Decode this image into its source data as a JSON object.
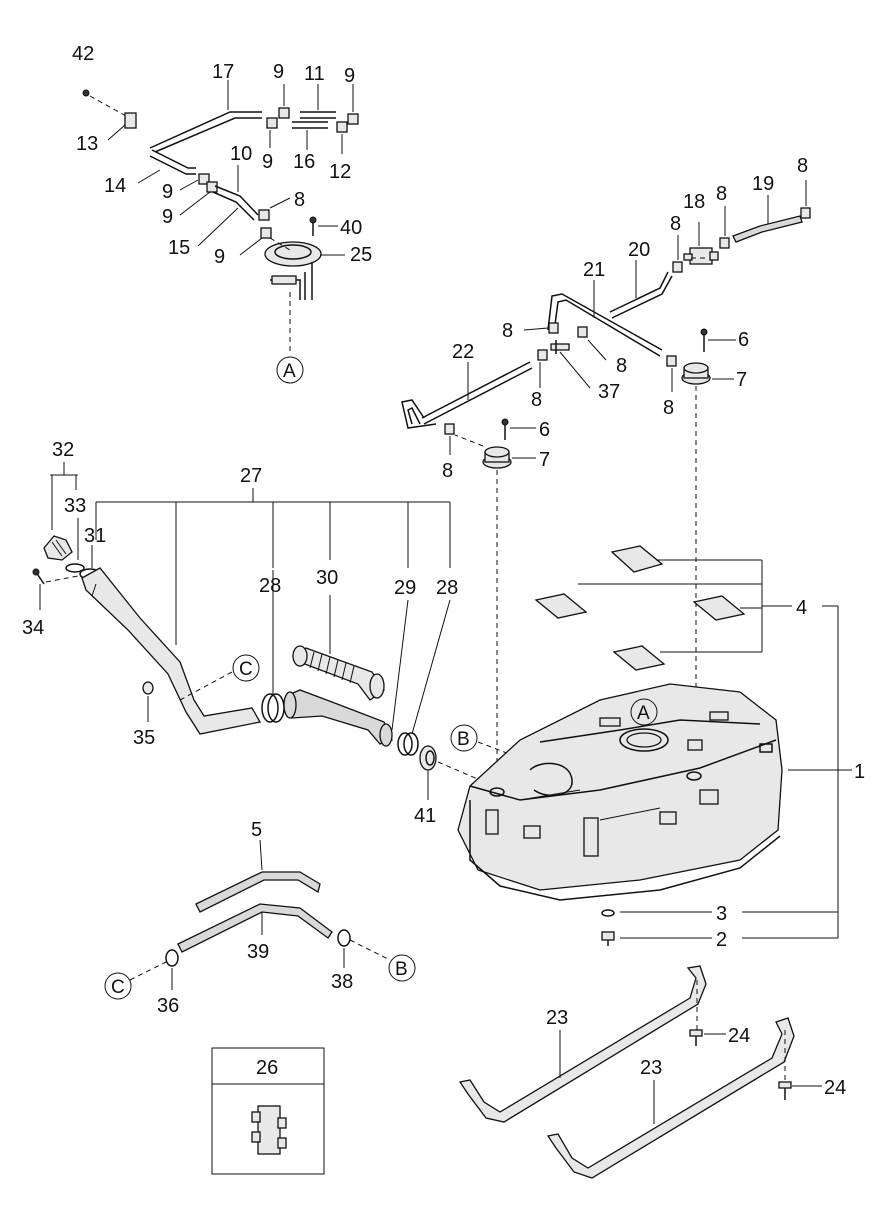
{
  "labels": {
    "p1": "1",
    "p2": "2",
    "p3": "3",
    "p4": "4",
    "p5": "5",
    "p6a": "6",
    "p6b": "6",
    "p7a": "7",
    "p7b": "7",
    "p8_1": "8",
    "p8_2": "8",
    "p8_3": "8",
    "p8_4": "8",
    "p8_5": "8",
    "p8_6": "8",
    "p8_7": "8",
    "p8_8": "8",
    "p8_9": "8",
    "p9_1": "9",
    "p9_2": "9",
    "p9_3": "9",
    "p9_4": "9",
    "p9_5": "9",
    "p9_6": "9",
    "p10": "10",
    "p11": "11",
    "p12": "12",
    "p13": "13",
    "p14": "14",
    "p15": "15",
    "p16": "16",
    "p17": "17",
    "p18": "18",
    "p19": "19",
    "p20": "20",
    "p21": "21",
    "p22": "22",
    "p23a": "23",
    "p23b": "23",
    "p24a": "24",
    "p24b": "24",
    "p25": "25",
    "p26": "26",
    "p27": "27",
    "p28a": "28",
    "p28b": "28",
    "p29": "29",
    "p30": "30",
    "p31": "31",
    "p32": "32",
    "p33": "33",
    "p34": "34",
    "p35": "35",
    "p36": "36",
    "p37": "37",
    "p38": "38",
    "p39": "39",
    "p40": "40",
    "p41": "41",
    "p42": "42"
  },
  "refs": {
    "A1": "A",
    "A2": "A",
    "B1": "B",
    "B2": "B",
    "C1": "C",
    "C2": "C"
  }
}
